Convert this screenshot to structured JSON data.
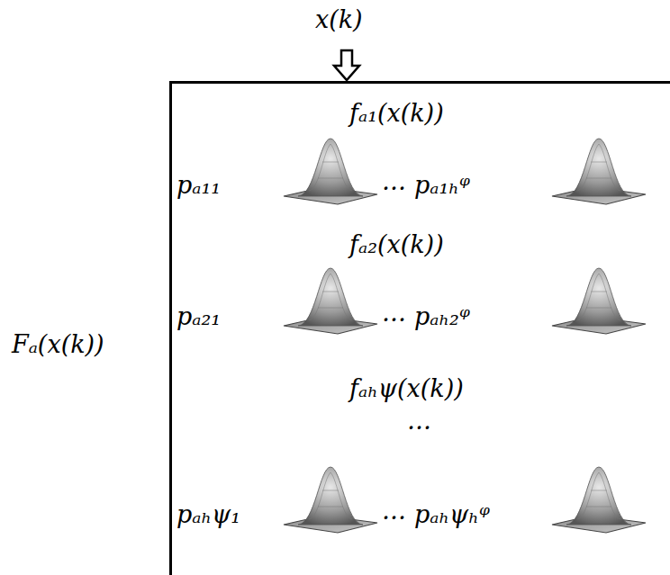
{
  "diagram": {
    "nodes": [
      {
        "text": [
          "Fₐ(x(k))"
        ]
      }
    ],
    "labels": [
      "x(k)",
      "fₐ₁(x(k))",
      "pₐ₁₁",
      "…",
      "pₐ₁ₕᵠ",
      "fₐ₂(x(k))",
      "pₐ₂₁",
      "…",
      "pₐₕ₂ᵠ",
      "fₐₕψ(x(k))",
      "…",
      "pₐₕψ₁",
      "…",
      "pₐₕψₕᵠ"
    ]
  }
}
